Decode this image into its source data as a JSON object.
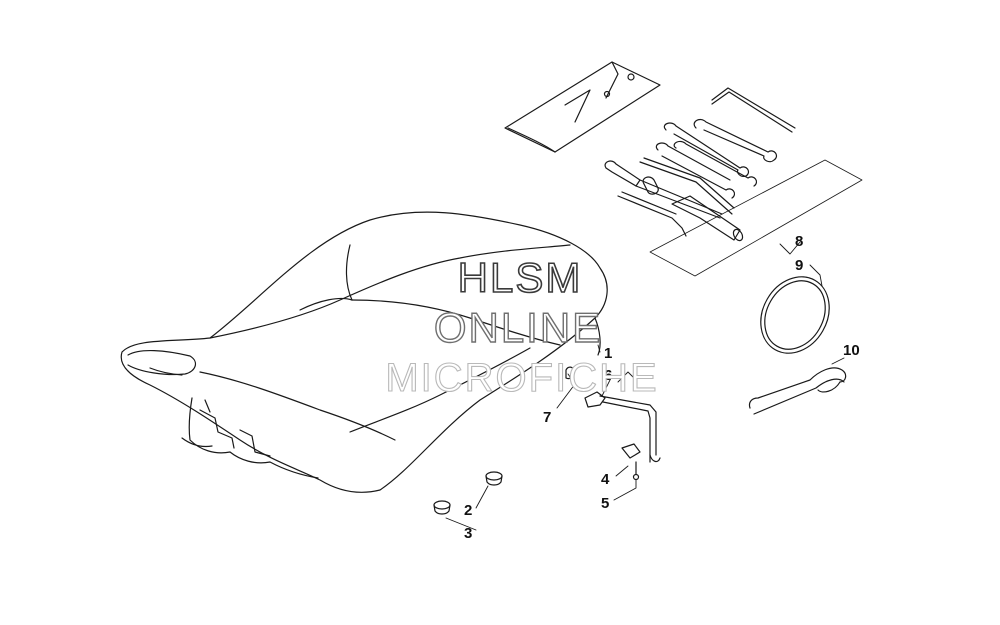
{
  "watermark": {
    "line1": "HLSM",
    "line2": "ONLINE",
    "line3": "MICROFICHE"
  },
  "callouts": [
    {
      "id": "1",
      "text": "1"
    },
    {
      "id": "2",
      "text": "2"
    },
    {
      "id": "3",
      "text": "3"
    },
    {
      "id": "4",
      "text": "4"
    },
    {
      "id": "5",
      "text": "5"
    },
    {
      "id": "6",
      "text": "6"
    },
    {
      "id": "7",
      "text": "7"
    },
    {
      "id": "8",
      "text": "8"
    },
    {
      "id": "9",
      "text": "9"
    },
    {
      "id": "10",
      "text": "10"
    }
  ],
  "colors": {
    "line": "#1a1a1a",
    "background": "#ffffff"
  }
}
